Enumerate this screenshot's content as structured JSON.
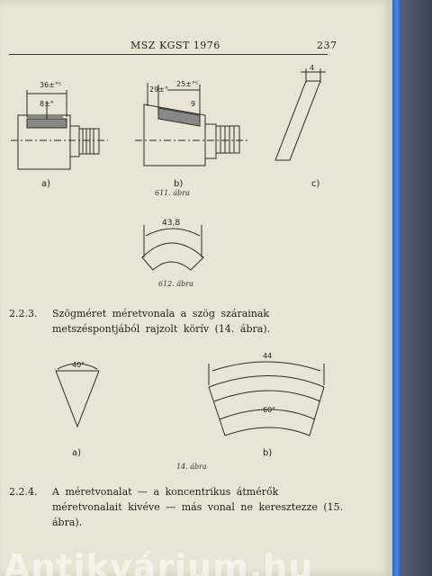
{
  "header": {
    "title": "MSZ KGST 1976",
    "page_number": "237"
  },
  "figure_11": {
    "labels": {
      "a": "a)",
      "b": "b)",
      "c": "c)"
    },
    "dims": {
      "a_width": "36±°⁵",
      "a_side": "8±°",
      "b_small": "29±°",
      "b_width": "25±°⁵",
      "b_side": "9",
      "c_width": "4"
    },
    "caption": "611. ábra"
  },
  "figure_12": {
    "dim": "43,8",
    "caption": "612. ábra"
  },
  "section_223": {
    "number": "2.2.3.",
    "text": "Szögméret méretvonala a szög szárainak metszéspontjából rajzolt körív (14. ábra)."
  },
  "figure_14": {
    "labels": {
      "a": "a)",
      "b": "b)"
    },
    "dims": {
      "angle_a": "40°",
      "arc_b": "44",
      "angle_b": "60°"
    },
    "caption": "14. ábra"
  },
  "section_224": {
    "number": "2.2.4.",
    "text": "A méretvonalat — a koncentrikus átmérők méretvonalait kivéve — más vonal ne keresztezze (15. ábra)."
  },
  "watermark": {
    "text": "Antikvárium.hu"
  }
}
